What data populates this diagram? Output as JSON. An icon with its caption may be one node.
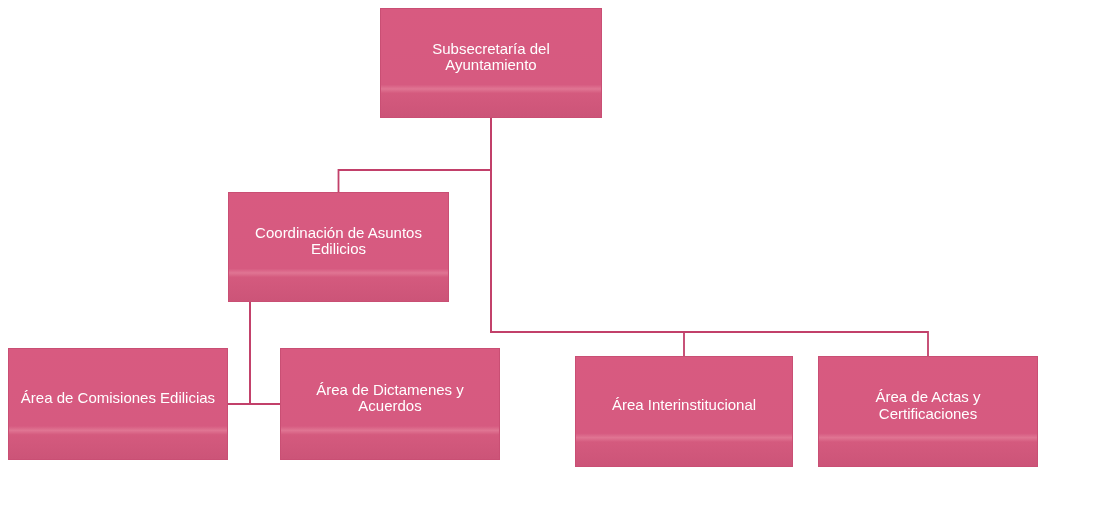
{
  "diagram": {
    "nodes": [
      {
        "text": [
          "Subsecretaría del Ayuntamiento"
        ]
      },
      {
        "text": [
          "Coordinación de Asuntos Edilicios"
        ]
      },
      {
        "text": [
          "Área de Comisiones Edilicias"
        ]
      },
      {
        "text": [
          "Área de Dictamenes y Acuerdos"
        ]
      },
      {
        "text": [
          "Área Interinstitucional"
        ]
      },
      {
        "text": [
          "Área de Actas y Certificaciones"
        ]
      }
    ],
    "edges": [
      {
        "from": 0,
        "to": 1,
        "arrow": "none"
      },
      {
        "from": 0,
        "to": 4,
        "arrow": "none"
      },
      {
        "from": 0,
        "to": 5,
        "arrow": "none"
      },
      {
        "from": 1,
        "to": 2,
        "arrow": "none"
      },
      {
        "from": 1,
        "to": 3,
        "arrow": "none"
      }
    ]
  }
}
